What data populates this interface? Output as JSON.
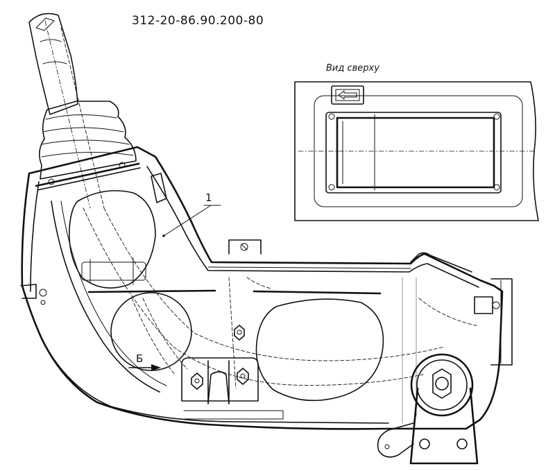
{
  "drawing": {
    "part_number": "312-20-86.90.200-80",
    "view_label": "Вид сверху",
    "callout_label": "1",
    "section_label": "Б"
  }
}
